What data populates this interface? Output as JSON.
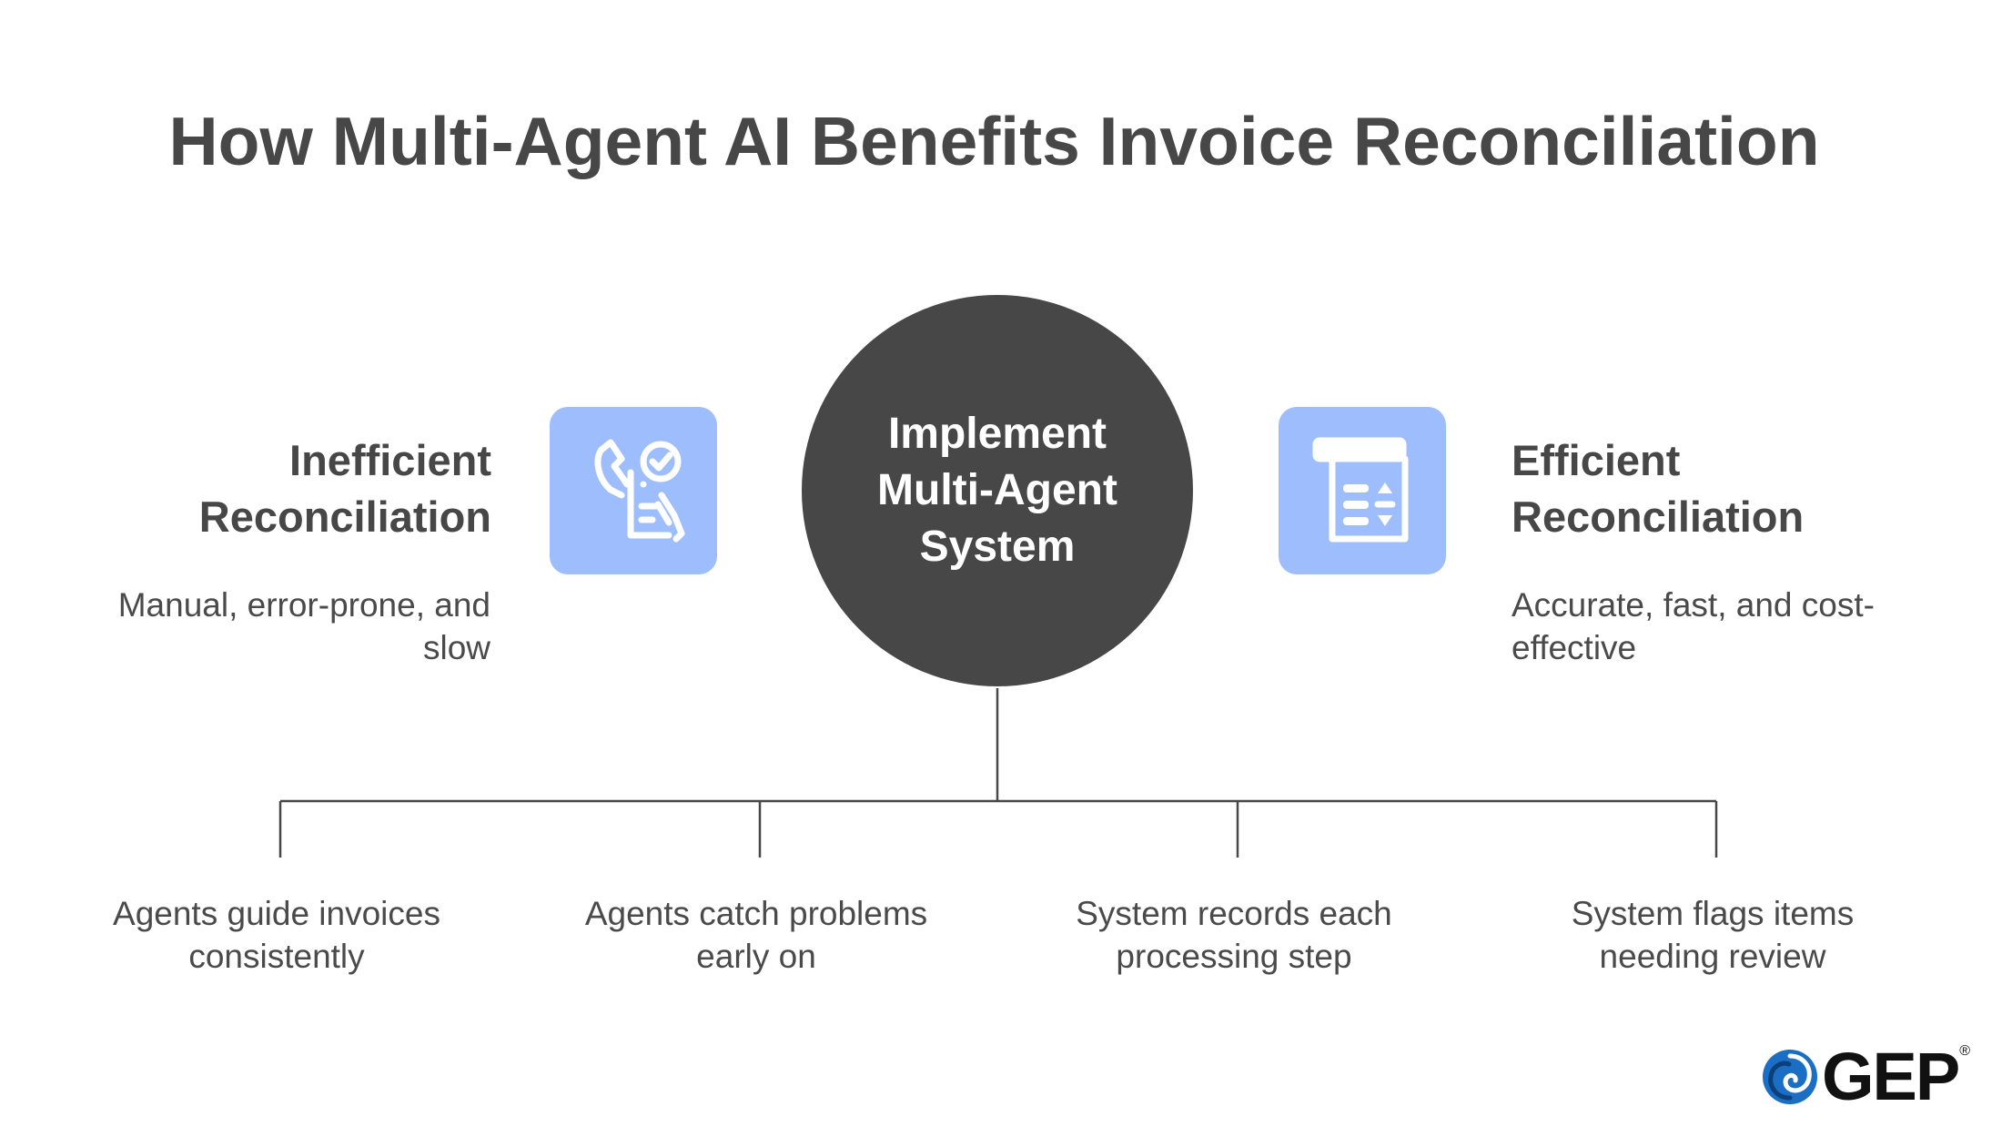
{
  "title": "How Multi-Agent AI Benefits Invoice Reconciliation",
  "left": {
    "heading_line1": "Inefficient",
    "heading_line2": "Reconciliation",
    "description_line1": "Manual, error-prone, and",
    "description_line2": "slow",
    "icon": "hand-holding-approved-document-icon"
  },
  "center": {
    "line1": "Implement",
    "line2": "Multi-Agent",
    "line3": "System"
  },
  "right": {
    "heading_line1": "Efficient",
    "heading_line2": "Reconciliation",
    "description_line1": "Accurate, fast, and cost-",
    "description_line2": "effective",
    "icon": "sortable-document-list-icon"
  },
  "outcomes": [
    {
      "line1": "Agents guide invoices",
      "line2": "consistently"
    },
    {
      "line1": "Agents catch problems",
      "line2": "early on"
    },
    {
      "line1": "System records each",
      "line2": "processing step"
    },
    {
      "line1": "System flags items",
      "line2": "needing review"
    }
  ],
  "logo": {
    "text": "GEP",
    "mark": "®"
  },
  "colors": {
    "heading": "#474747",
    "circle": "#474747",
    "icon_tile": "#9dbdfc",
    "connector": "#474747",
    "logo_blue": "#1a6fc4"
  }
}
